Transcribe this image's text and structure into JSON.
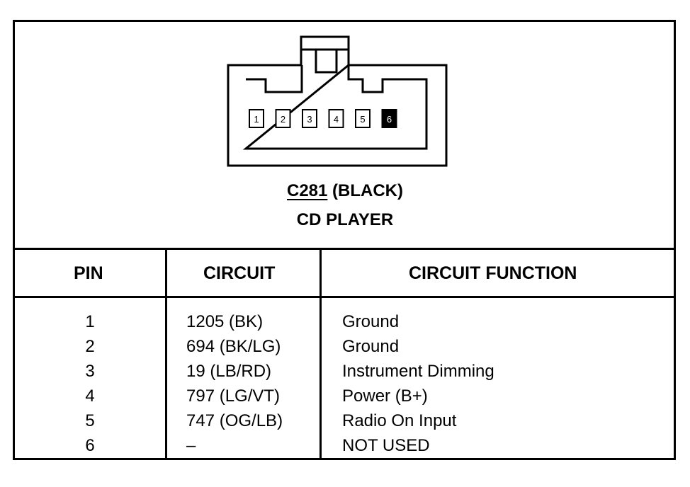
{
  "connector": {
    "id": "C281",
    "color_label": "(BLACK)",
    "description": "CD PLAYER",
    "pins": [
      {
        "label": "1",
        "used": true
      },
      {
        "label": "2",
        "used": true
      },
      {
        "label": "3",
        "used": true
      },
      {
        "label": "4",
        "used": true
      },
      {
        "label": "5",
        "used": true
      },
      {
        "label": "6",
        "used": false
      }
    ]
  },
  "table": {
    "headers": {
      "pin": "PIN",
      "circuit": "CIRCUIT",
      "function": "CIRCUIT FUNCTION"
    },
    "rows": [
      {
        "pin": "1",
        "circuit": "1205 (BK)",
        "function": "Ground"
      },
      {
        "pin": "2",
        "circuit": "694 (BK/LG)",
        "function": "Ground"
      },
      {
        "pin": "3",
        "circuit": "19 (LB/RD)",
        "function": "Instrument Dimming"
      },
      {
        "pin": "4",
        "circuit": "797 (LG/VT)",
        "function": "Power (B+)"
      },
      {
        "pin": "5",
        "circuit": "747 (OG/LB)",
        "function": "Radio On Input"
      },
      {
        "pin": "6",
        "circuit": "–",
        "function": "NOT USED"
      }
    ]
  }
}
